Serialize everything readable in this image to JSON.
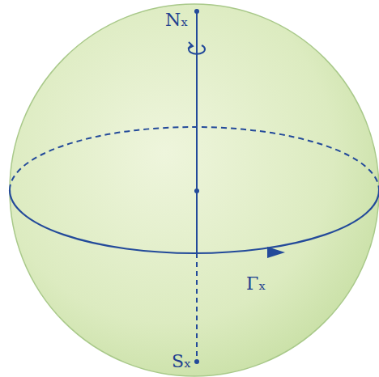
{
  "diagram": {
    "labels": [
      "Nₓ",
      "Γₓ",
      "Sₓ"
    ]
  }
}
